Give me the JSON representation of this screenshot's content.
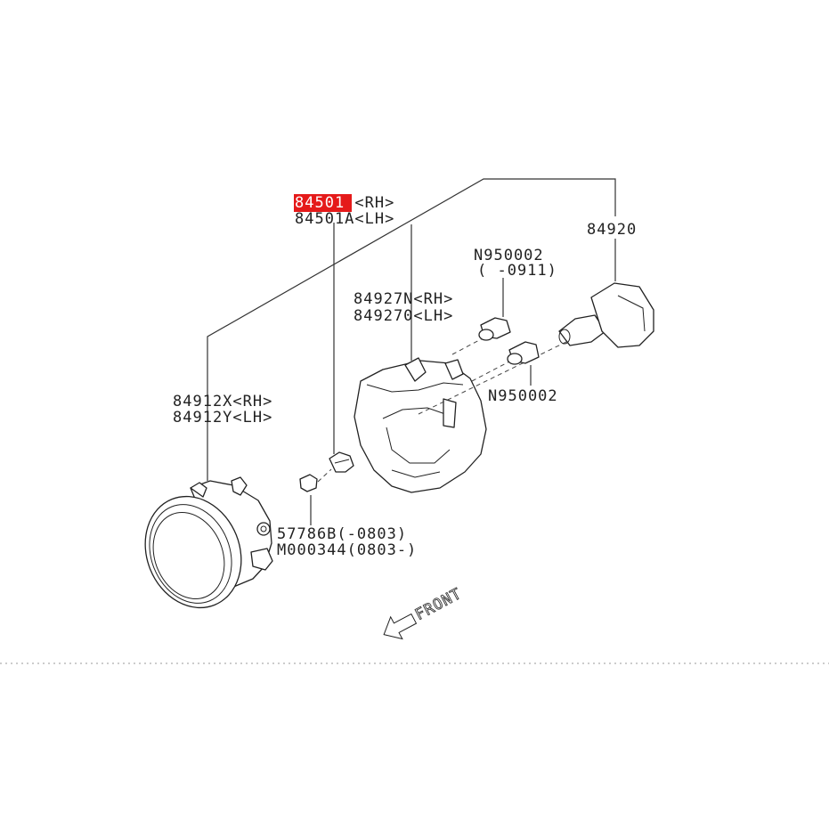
{
  "callouts": {
    "part_84501": {
      "part_no": "84501",
      "suffix": " <RH>",
      "highlight_color": "#e51a1a"
    },
    "part_84501a": "84501A<LH>",
    "part_84920": "84920",
    "part_n950002_top": "N950002",
    "part_n950002_top_range": "( -0911)",
    "part_84927n": "84927N<RH>",
    "part_84927o": "849270<LH>",
    "part_n950002_side": "N950002",
    "part_84912x": "84912X<RH>",
    "part_84912y": "84912Y<LH>",
    "part_57786b": "57786B(-0803)",
    "part_m000344": "M000344(0803-)"
  },
  "direction_indicator": {
    "label": "FRONT",
    "icon": "arrow-left-icon"
  }
}
